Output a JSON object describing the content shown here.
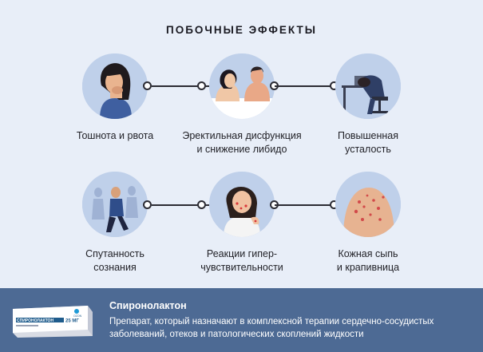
{
  "title": "ПОБОЧНЫЕ ЭФФЕКТЫ",
  "effects": [
    {
      "line1": "Тошнота и рвота",
      "line2": "",
      "icon": "nausea-woman-icon"
    },
    {
      "line1": "Эректильная дисфункция",
      "line2": "и снижение либидо",
      "icon": "couple-in-bed-icon"
    },
    {
      "line1": "Повышенная",
      "line2": "усталость",
      "icon": "tired-at-desk-icon"
    },
    {
      "line1": "Спутанность",
      "line2": "сознания",
      "icon": "confused-man-icon"
    },
    {
      "line1": "Реакции гипер-",
      "line2": "чувствительности",
      "icon": "allergic-woman-icon"
    },
    {
      "line1": "Кожная сыпь",
      "line2": "и крапивница",
      "icon": "skin-rash-back-icon"
    }
  ],
  "footer": {
    "drug_name": "Спиронолактон",
    "description": "Препарат, который назначают в комплексной терапии сердечно-сосудистых заболеваний, отеков и патологических скоплений жидкости",
    "pack_brand": "СПИРОНОЛАКТОН",
    "pack_dose": "25 МГ",
    "pack_maker": "OZON"
  },
  "colors": {
    "background": "#e8eef8",
    "circle": "#bfd0ea",
    "footer": "#4d6a94",
    "connector": "#2b2b33"
  }
}
